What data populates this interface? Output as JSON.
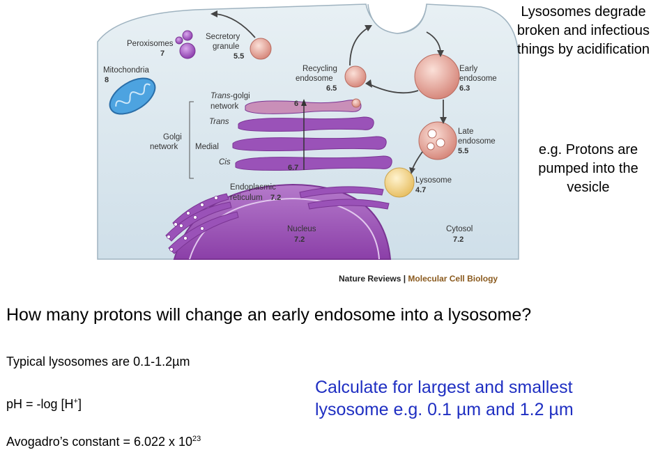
{
  "diagram": {
    "labels": {
      "peroxisomes": "Peroxisomes",
      "peroxisomes_ph": "7",
      "secretory_l1": "Secretory",
      "secretory_l2": "granule",
      "secretory_ph": "5.5",
      "mitochondria": "Mitochondria",
      "mitochondria_ph": "8",
      "recycling_l1": "Recycling",
      "recycling_l2": "endosome",
      "recycling_ph": "6.5",
      "early_l1": "Early",
      "early_l2": "endosome",
      "early_ph": "6.3",
      "trans_golgi_l1": "Trans",
      "trans_golgi_l1b": "-golgi",
      "trans_golgi_l2": "network",
      "arrow_ph_top": "6",
      "golgi_l1": "Golgi",
      "golgi_l2": "network",
      "trans": "Trans",
      "medial": "Medial",
      "cis": "Cis",
      "arrow_ph_bottom": "6.7",
      "late_l1": "Late",
      "late_l2": "endosome",
      "late_ph": "5.5",
      "lysosome": "Lysosome",
      "lysosome_ph": "4.7",
      "er_l1": "Endoplasmic",
      "er_l2": "reticulum",
      "er_ph": "7.2",
      "nucleus": "Nucleus",
      "nucleus_ph": "7.2",
      "cytosol": "Cytosol",
      "cytosol_ph": "7.2"
    },
    "credit_source": "Nature Reviews",
    "credit_sep": " | ",
    "credit_journal": "Molecular Cell Biology"
  },
  "side_text_1": "Lysosomes degrade broken and infectious things by acidification",
  "side_text_2": "e.g. Protons are pumped into the vesicle",
  "question": "How many protons will change an early endosome into a lysosome?",
  "typical": "Typical lysosomes are 0.1-1.2µm",
  "ph_formula_pre": "pH = -log [H",
  "ph_formula_sup": "+",
  "ph_formula_post": "]",
  "avogadro_pre": "Avogadro’s constant = 6.022 x 10",
  "avogadro_sup": "23",
  "calculate": "Calculate for largest and smallest lysosome e.g. 0.1 µm and 1.2 µm",
  "colors": {
    "cell_bg": "#d8e6ee",
    "purple": "#9a52b8",
    "pink": "#e2a49a",
    "mito_blue": "#4da3e0",
    "lysosome_yellow": "#f2d78a",
    "journal_brown": "#8a5a1e",
    "calc_blue": "#1f2fc2"
  }
}
